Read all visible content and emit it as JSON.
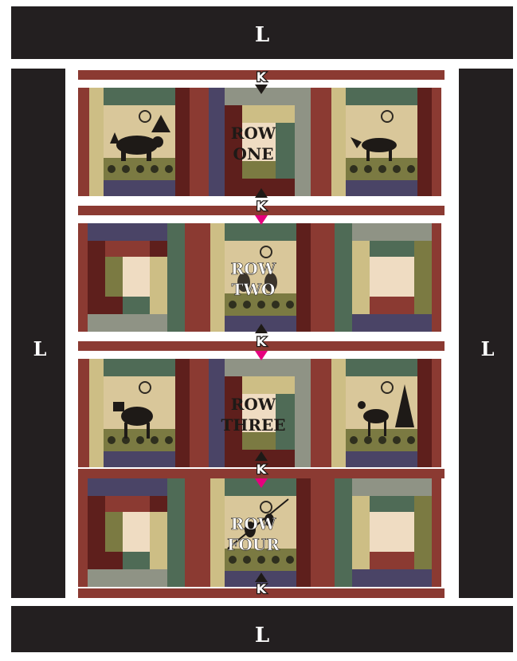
{
  "borders": {
    "top_label": "L",
    "bottom_label": "L",
    "left_label": "L",
    "right_label": "L"
  },
  "rows": [
    {
      "label_line1": "ROW",
      "label_line2": "ONE",
      "center_type": "log-cabin",
      "motifs": [
        "bear",
        "wolf"
      ]
    },
    {
      "label_line1": "ROW",
      "label_line2": "TWO",
      "center_type": "animal",
      "motifs": [
        "heron"
      ]
    },
    {
      "label_line1": "ROW",
      "label_line2": "THREE",
      "center_type": "log-cabin",
      "motifs": [
        "moose",
        "deer"
      ]
    },
    {
      "label_line1": "ROW",
      "label_line2": "FOUR",
      "center_type": "animal",
      "motifs": [
        "bird"
      ]
    }
  ],
  "sashing_label": "K",
  "colors": {
    "border": "#231f20",
    "rust": "#8b3a32",
    "dark_red": "#5e1f1c",
    "green": "#4f6b56",
    "gray": "#8f9385",
    "tan": "#cdbe85",
    "olive": "#7b7a42",
    "purple": "#4a4466",
    "cream": "#efdcc2",
    "print": "#d9c79a",
    "magenta": "#e6007e"
  }
}
